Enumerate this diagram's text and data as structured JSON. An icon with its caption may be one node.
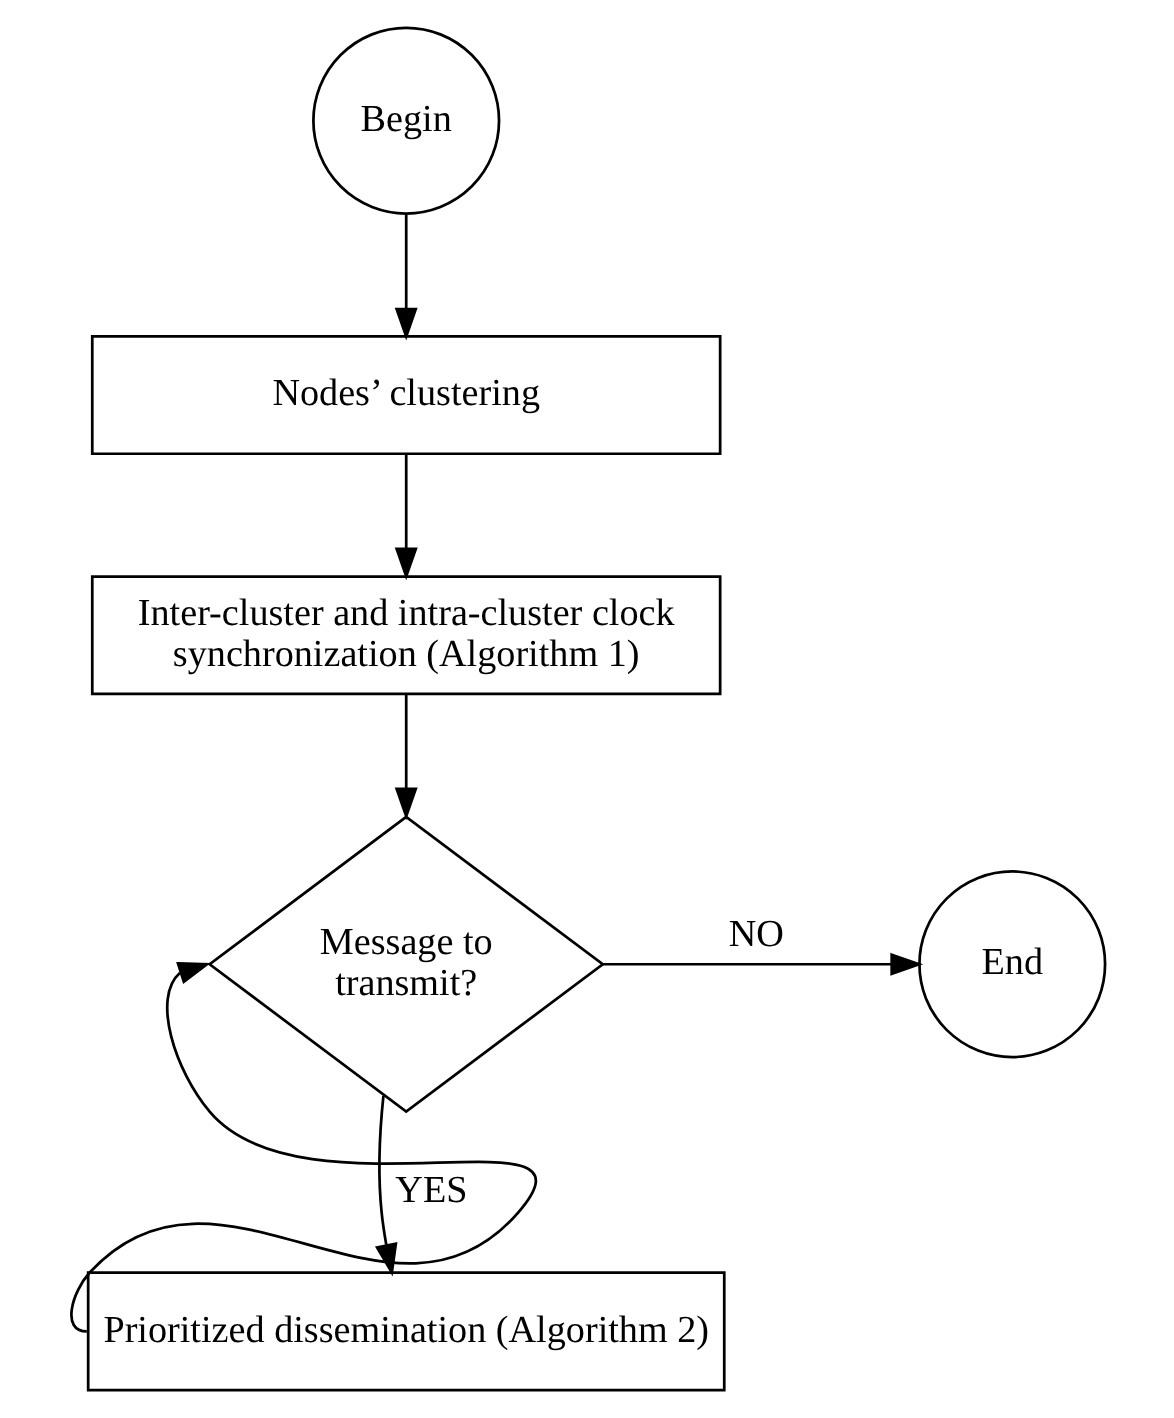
{
  "diagram": {
    "nodes": [
      {
        "text": [
          "Begin"
        ]
      },
      {
        "text": [
          "Nodes’ clustering"
        ]
      },
      {
        "text": [
          "Inter-cluster and intra-cluster clock synchronization (Algorithm 1)"
        ]
      },
      {
        "text": [
          "Message to transmit?"
        ]
      },
      {
        "text": [
          "End"
        ]
      },
      {
        "text": [
          "Prioritized dissemination (Algorithm 2)"
        ]
      }
    ],
    "edges": [
      {
        "from": 0,
        "to": 1,
        "arrow": "to"
      },
      {
        "from": 1,
        "to": 2,
        "arrow": "to"
      },
      {
        "from": 2,
        "to": 3,
        "arrow": "to"
      },
      {
        "from": 3,
        "to": 4,
        "label": "NO",
        "arrow": "to"
      },
      {
        "from": 3,
        "to": 5,
        "label": "YES",
        "arrow": "to"
      },
      {
        "from": 5,
        "to": 3,
        "arrow": "to"
      }
    ]
  }
}
